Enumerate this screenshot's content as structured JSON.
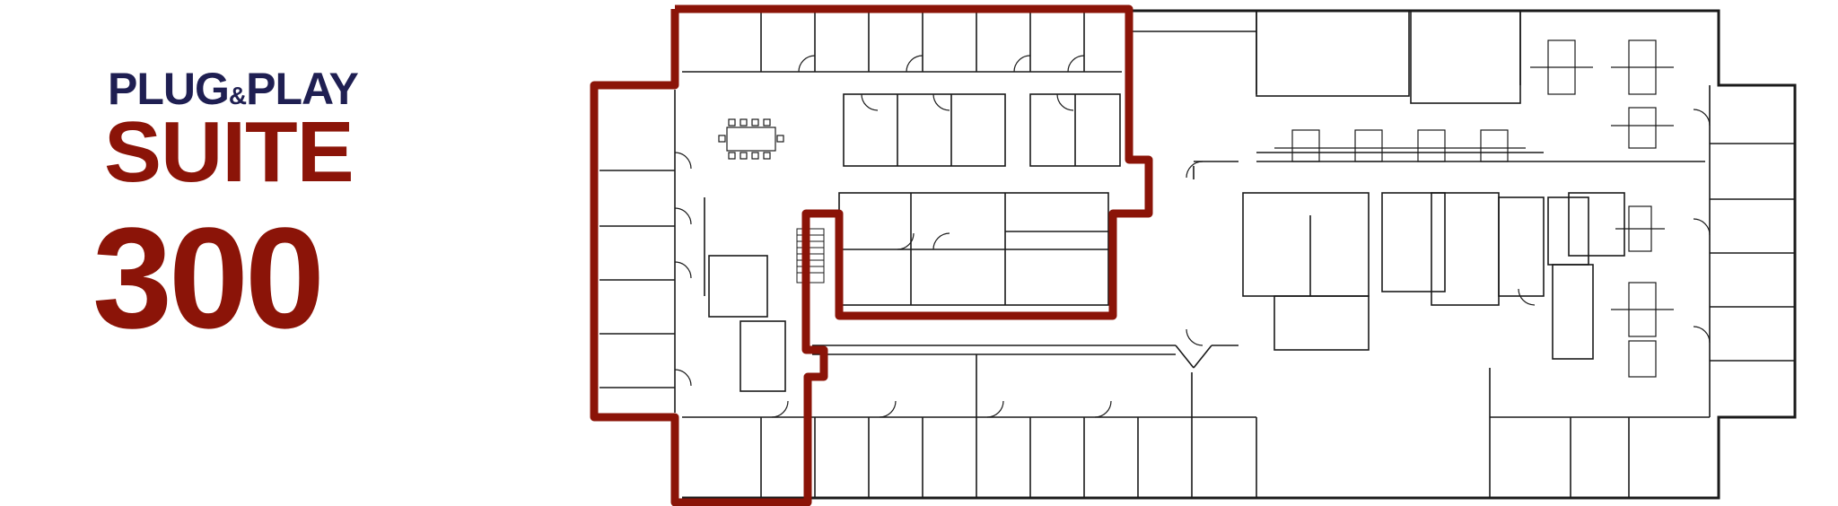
{
  "title": {
    "brand_part1": "PLUG",
    "brand_amp": "&",
    "brand_part2": "PLAY",
    "line2": "SUITE",
    "suite_number": "300"
  },
  "colors": {
    "navy": "#1f1f52",
    "brand_red": "#8b1408",
    "wall": "#1a1a1a",
    "background": "#ffffff"
  }
}
